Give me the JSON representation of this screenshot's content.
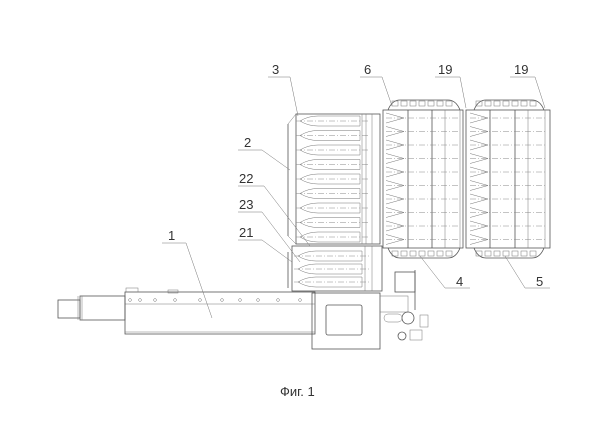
{
  "figure": {
    "caption": "Фиг. 1",
    "labels": {
      "l1": "1",
      "l2": "2",
      "l3": "3",
      "l4": "4",
      "l5": "5",
      "l6": "6",
      "l19a": "19",
      "l19b": "19",
      "l21": "21",
      "l22": "22",
      "l23": "23"
    },
    "colors": {
      "line": "#555555",
      "background": "#ffffff"
    }
  }
}
